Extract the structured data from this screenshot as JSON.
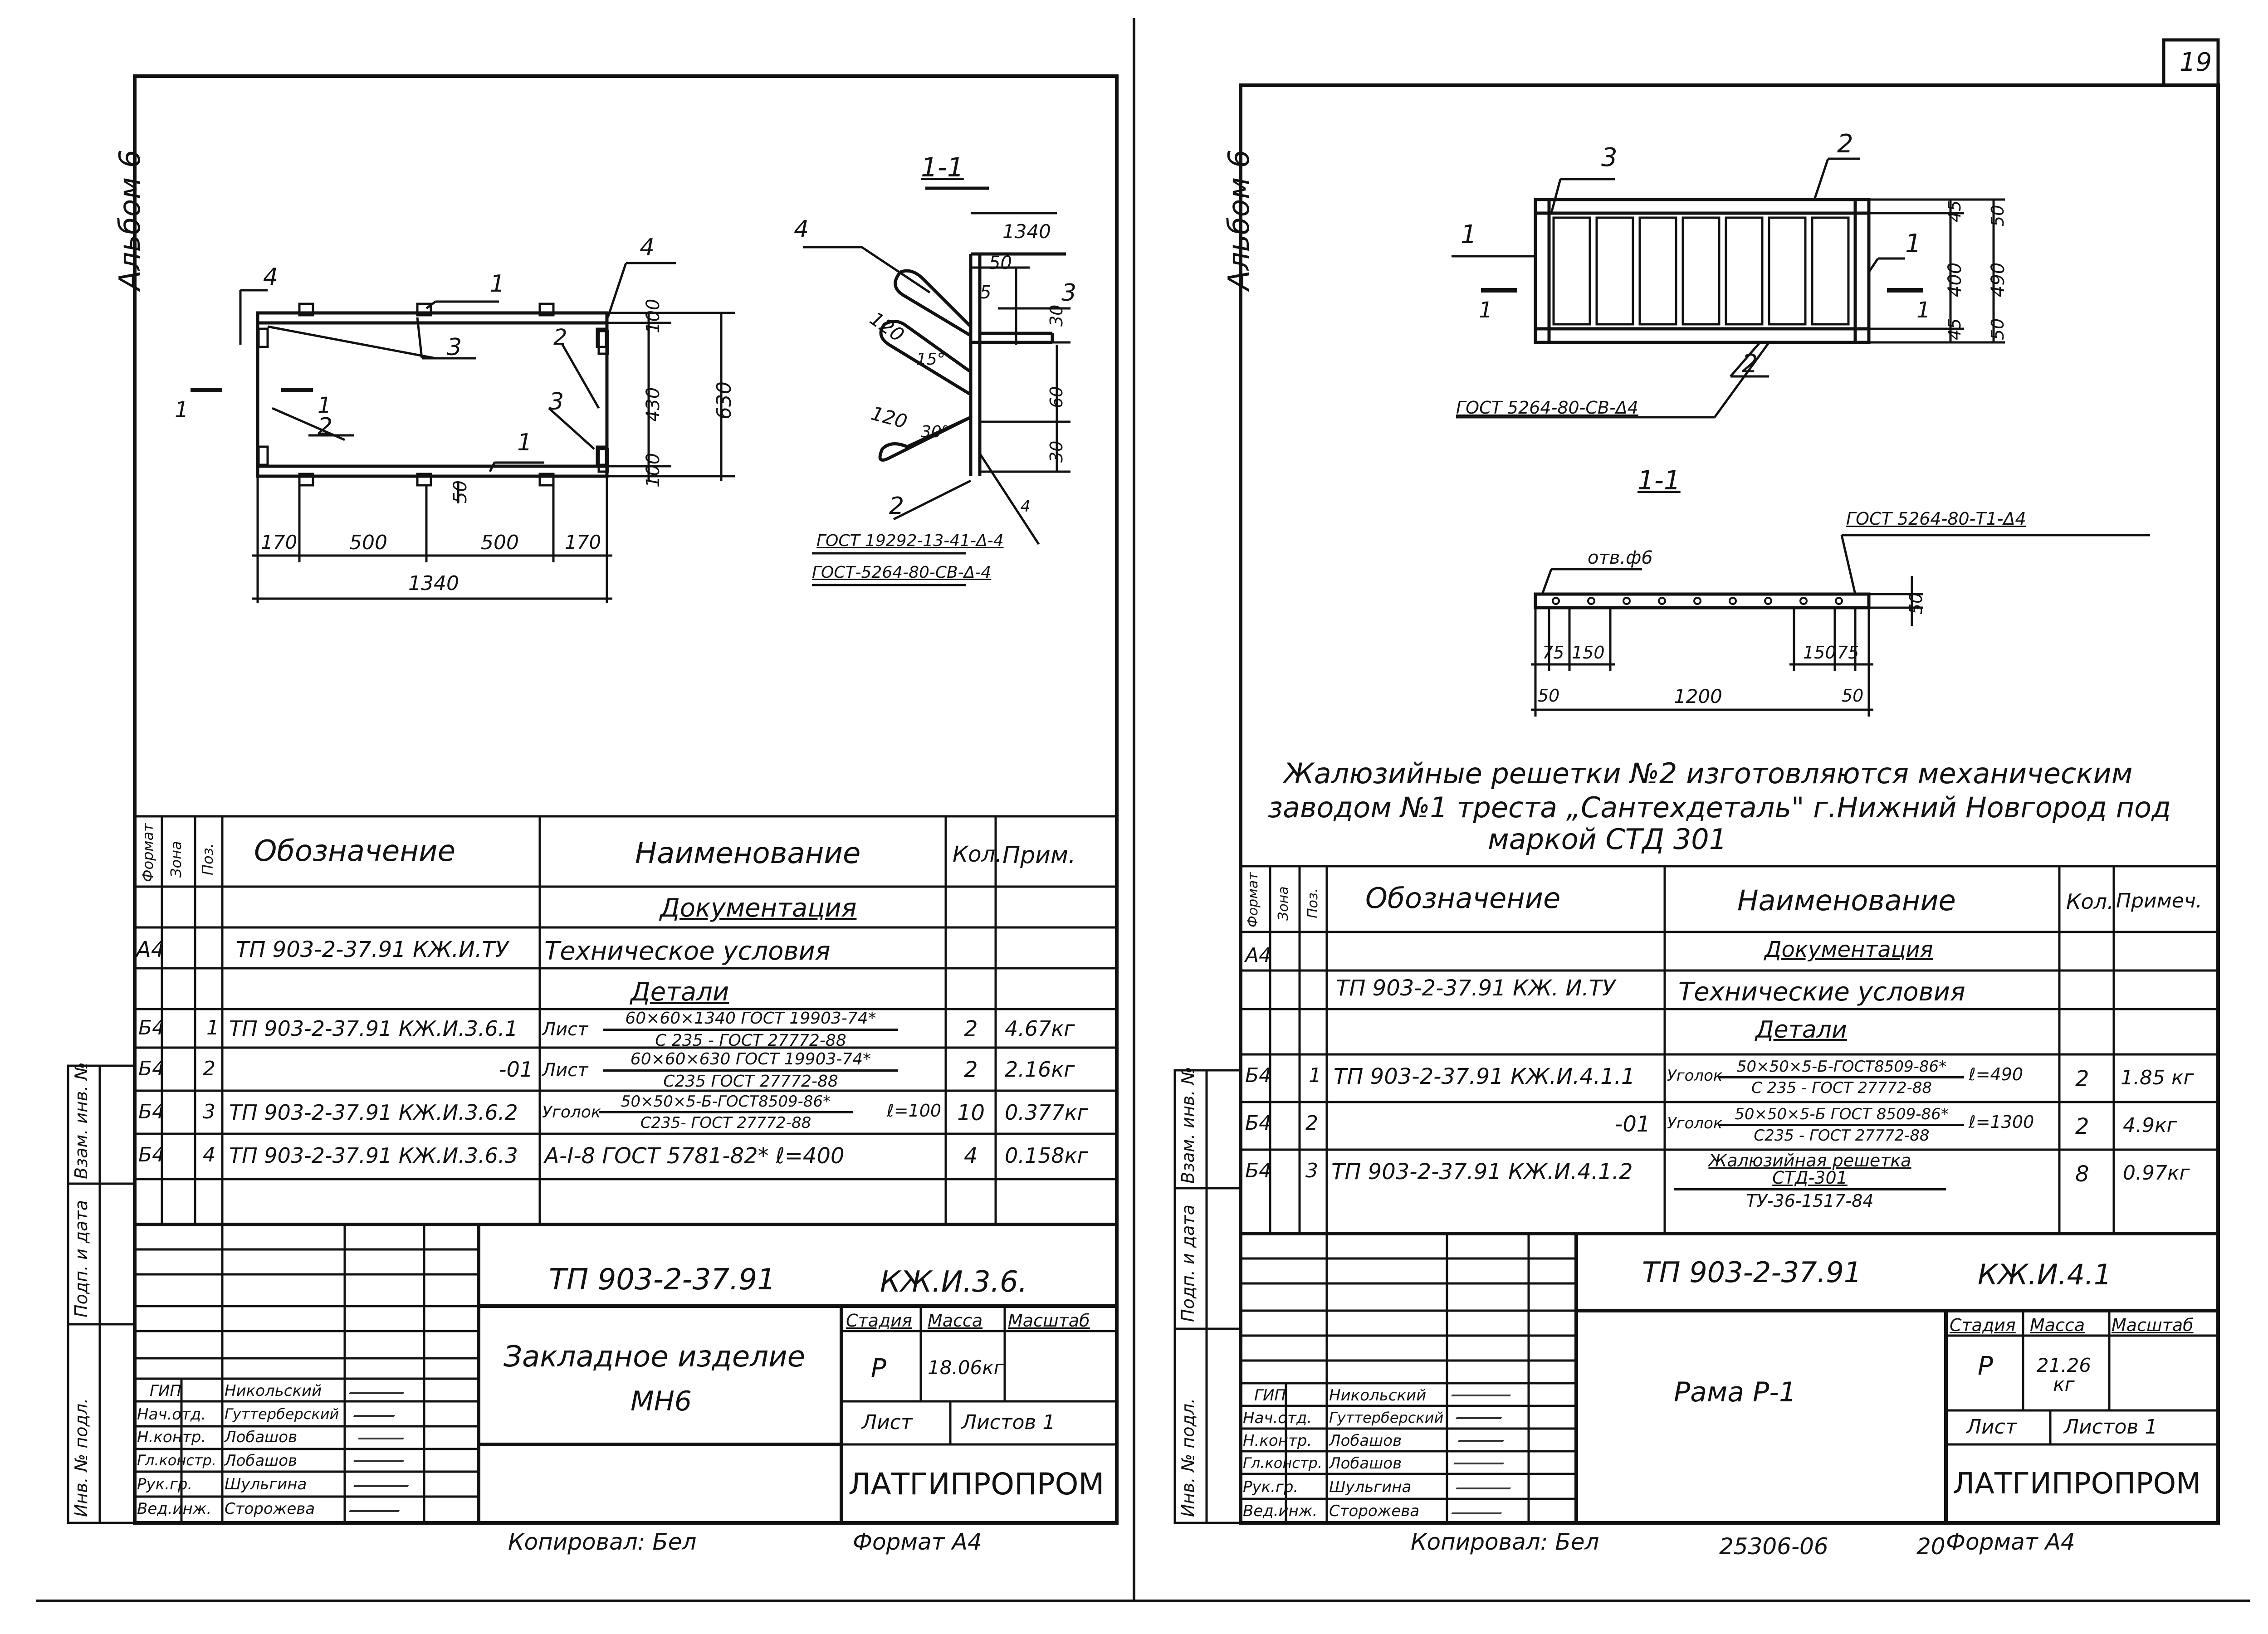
{
  "page_number": "19",
  "left_sheet": {
    "album_label": "Альбом 6",
    "section_label": "1-1",
    "drawing": {
      "pos_labels": [
        "1",
        "2",
        "3",
        "4"
      ],
      "dims": {
        "d100a": "100",
        "d430": "430",
        "d100b": "100",
        "d630": "630",
        "d50": "50",
        "d170a": "170",
        "d500a": "500",
        "d500b": "500",
        "d170b": "170",
        "d1340": "1340",
        "s1340": "1340",
        "s50": "50",
        "s5": "5",
        "s120a": "120",
        "s15": "15°",
        "s120b": "120",
        "s30deg": "30°",
        "s30": "30",
        "s60": "60",
        "s30b": "30",
        "s4": "4"
      },
      "weld_1": "ГОСТ 19292-13-41-Δ-4",
      "weld_2": "ГОСТ-5264-80-СВ-Δ-4",
      "cut_mark": "1"
    },
    "table": {
      "head": {
        "format": "Формат",
        "zone": "Зона",
        "pos": "Поз.",
        "designation": "Обозначение",
        "name": "Наименование",
        "qty": "Кол.",
        "note": "Прим."
      },
      "section_docs": "Документация",
      "section_parts": "Детали",
      "rows": [
        {
          "format": "А4",
          "pos": "",
          "designation": "ТП 903-2-37.91 КЖ.И.ТУ",
          "name": "Техническое условия",
          "qty": "",
          "note": ""
        },
        {
          "format": "Б4",
          "pos": "1",
          "designation": "ТП 903-2-37.91 КЖ.И.3.6.1",
          "name_prefix": "Лист",
          "name_top": "60×60×1340 ГОСТ 19903-74*",
          "name_bot": "С 235 - ГОСТ 27772-88",
          "qty": "2",
          "note": "4.67кг"
        },
        {
          "format": "Б4",
          "pos": "2",
          "designation": "-01",
          "name_prefix": "Лист",
          "name_top": "60×60×630 ГОСТ 19903-74*",
          "name_bot": "С235 ГОСТ 27772-88",
          "qty": "2",
          "note": "2.16кг"
        },
        {
          "format": "Б4",
          "pos": "3",
          "designation": "ТП 903-2-37.91 КЖ.И.3.6.2",
          "name_prefix": "Уголок",
          "name_top": "50×50×5-Б-ГОСТ8509-86*",
          "name_bot": "С235- ГОСТ 27772-88",
          "name_suffix": "ℓ=100",
          "qty": "10",
          "note": "0.377кг"
        },
        {
          "format": "Б4",
          "pos": "4",
          "designation": "ТП 903-2-37.91 КЖ.И.3.6.3",
          "name": "А-I-8 ГОСТ 5781-82* ℓ=400",
          "qty": "4",
          "note": "0.158кг"
        }
      ]
    },
    "side_stamp": [
      "Взам. инв. №",
      "Подп. и дата",
      "Инв. № подл."
    ],
    "title_block": {
      "code": "ТП 903-2-37.91",
      "mark": "КЖ.И.3.6.",
      "title_line1": "Закладное изделие",
      "title_line2": "МН6",
      "stage_h": "Стадия",
      "mass_h": "Масса",
      "scale_h": "Масштаб",
      "stage": "Р",
      "mass": "18.06кг",
      "sheet_h": "Лист",
      "sheets_h": "Листов 1",
      "org": "ЛАТГИПРОПРОМ",
      "roles": [
        "ГИП",
        "Нач.отд.",
        "Н.контр.",
        "Гл.констр.",
        "Рук.гр.",
        "Вед.инж."
      ],
      "names": [
        "Никольский",
        "Гуттерберский",
        "Лобашов",
        "Лобашов",
        "Шульгина",
        "Сторожева"
      ]
    },
    "copied": "Копировал: Бел",
    "format": "Формат А4"
  },
  "right_sheet": {
    "album_label": "Альбом 6",
    "section_label": "1-1",
    "drawing": {
      "pos_labels": [
        "1",
        "2",
        "3",
        "1",
        "2"
      ],
      "dims": {
        "d45a": "45",
        "d400": "400",
        "d45b": "45",
        "d50a": "50",
        "d490": "490",
        "d50b": "50",
        "s50": "50",
        "s75a": "75",
        "s150a": "150",
        "s150b": "150",
        "s75b": "75",
        "s50a": "50",
        "s1200": "1200",
        "s50b": "50"
      },
      "weld_1": "ГОСТ 5264-80-СВ-Δ4",
      "weld_2": "ГОСТ 5264-80-Т1-Δ4",
      "hole": "отв.ф6",
      "cut_mark": "1"
    },
    "note_lines": [
      "Жалюзийные решетки №2 изготовляются механическим",
      "заводом №1 треста „Сантехдеталь\" г.Нижний Новгород под",
      "маркой СТД 301"
    ],
    "table": {
      "head": {
        "format": "Формат",
        "zone": "Зона",
        "pos": "Поз.",
        "designation": "Обозначение",
        "name": "Наименование",
        "qty": "Кол.",
        "note": "Примеч."
      },
      "section_docs": "Документация",
      "section_parts": "Детали",
      "rows": [
        {
          "format": "А4",
          "pos": "",
          "designation": "ТП 903-2-37.91 КЖ. И.ТУ",
          "name": "Технические условия",
          "qty": "",
          "note": ""
        },
        {
          "format": "Б4",
          "pos": "1",
          "designation": "ТП 903-2-37.91 КЖ.И.4.1.1",
          "name_prefix": "Уголок",
          "name_top": "50×50×5-Б-ГОСТ8509-86*",
          "name_bot": "С 235 - ГОСТ 27772-88",
          "name_suffix": "ℓ=490",
          "qty": "2",
          "note": "1.85 кг"
        },
        {
          "format": "Б4",
          "pos": "2",
          "designation": "-01",
          "name_prefix": "Уголок",
          "name_top": "50×50×5-Б ГОСТ 8509-86*",
          "name_bot": "С235 - ГОСТ 27772-88",
          "name_suffix": "ℓ=1300",
          "qty": "2",
          "note": "4.9кг"
        },
        {
          "format": "Б4",
          "pos": "3",
          "designation": "ТП 903-2-37.91 КЖ.И.4.1.2",
          "name_top": "Жалюзийная решетка СТД-301",
          "name_bot": "ТУ-36-1517-84",
          "qty": "8",
          "note": "0.97кг"
        }
      ]
    },
    "side_stamp": [
      "Взам. инв. №",
      "Подп. и дата",
      "Инв. № подл."
    ],
    "title_block": {
      "code": "ТП 903-2-37.91",
      "mark": "КЖ.И.4.1",
      "title": "Рама Р-1",
      "stage_h": "Стадия",
      "mass_h": "Масса",
      "scale_h": "Масштаб",
      "stage": "Р",
      "mass": "21.26 кг",
      "sheet_h": "Лист",
      "sheets_h": "Листов 1",
      "org": "ЛАТГИПРОПРОМ",
      "roles": [
        "ГИП",
        "Нач.отд.",
        "Н.контр.",
        "Гл.констр.",
        "Рук.гр.",
        "Вед.инж."
      ],
      "names": [
        "Никольский",
        "Гуттерберский",
        "Лобашов",
        "Лобашов",
        "Шульгина",
        "Сторожева"
      ]
    },
    "copied": "Копировал: Бел",
    "inv_number": "25306-06",
    "sheet_seq": "20",
    "format": "Формат А4"
  }
}
